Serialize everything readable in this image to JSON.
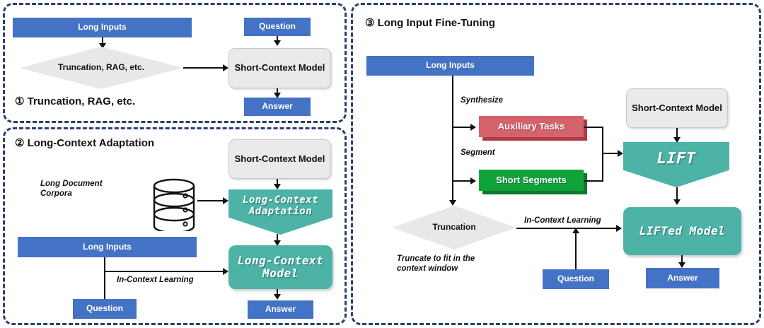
{
  "colors": {
    "panel_border": "#2B3F6C",
    "blue_box": "#4472C4",
    "grey_box": "#EAEAEA",
    "teal": "#4CB3A6",
    "red": "#D4636B",
    "red_shadow": "#B03A44",
    "green": "#10A33C",
    "green_shadow": "#0A7A2B",
    "diamond": "#E8E8E8"
  },
  "panel1": {
    "title_number": "①",
    "title": "Truncation, RAG, etc.",
    "long_inputs": "Long Inputs",
    "decision": "Truncation, RAG, etc.",
    "question": "Question",
    "model": "Short-Context Model",
    "answer": "Answer"
  },
  "panel2": {
    "title_number": "②",
    "title": "Long-Context Adaptation",
    "corpora_label": "Long Document Corpora",
    "short_context_model": "Short-Context Model",
    "adaptation": "Long-Context Adaptation",
    "long_inputs": "Long Inputs",
    "icl_label": "In-Context Learning",
    "question": "Question",
    "long_context_model": "Long-Context Model",
    "answer": "Answer",
    "db_icon": "database-cylinder-icon"
  },
  "panel3": {
    "title_number": "③",
    "title": "Long Input Fine-Tuning",
    "long_inputs": "Long Inputs",
    "synthesize_label": "Synthesize",
    "auxiliary_tasks": "Auxiliary Tasks",
    "segment_label": "Segment",
    "short_segments": "Short Segments",
    "short_context_model": "Short-Context Model",
    "lift": "LIFT",
    "truncation": "Truncation",
    "truncate_note": "Truncate to fit in the context window",
    "icl_label": "In-Context Learning",
    "question": "Question",
    "lifted_model": "LIFTed Model",
    "answer": "Answer"
  }
}
